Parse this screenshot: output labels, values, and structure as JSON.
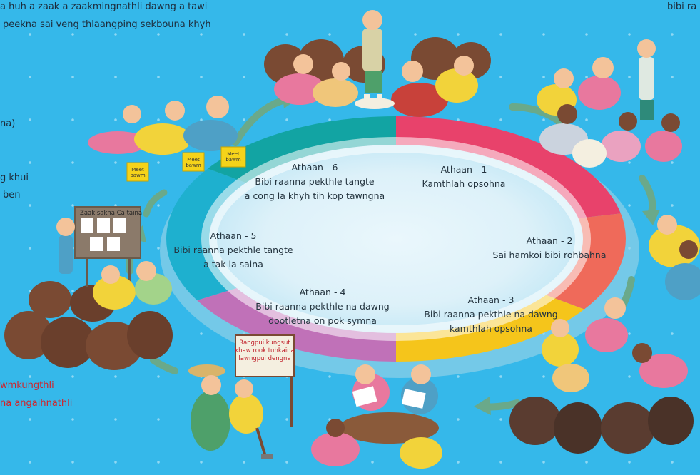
{
  "top_text": {
    "left_line1": "a huh a zaak a zaakmingnathli dawng a tawi",
    "left_line2": "peekna sai veng thlaangping sekbouna khyh",
    "right_line1": "bibi ra"
  },
  "left_fragments": [
    "na)",
    "g khui",
    "ben"
  ],
  "bottom_left": {
    "line1": "wmkungthli",
    "line2": "na angaihnathli",
    "color": "#d2232a"
  },
  "stages": [
    {
      "heading": "Athaan - 1",
      "lines": [
        "Kamthlah opsohna"
      ],
      "color": "#e8426b"
    },
    {
      "heading": "Athaan - 2",
      "lines": [
        "Sai hamkoi bibi rohbahna"
      ],
      "color": "#ef6a5a"
    },
    {
      "heading": "Athaan - 3",
      "lines": [
        "Bibi raanna pekthle na dawng",
        "kamthlah opsohna"
      ],
      "color": "#f5c51b"
    },
    {
      "heading": "Athaan - 4",
      "lines": [
        "Bibi raanna pekthle na dawng",
        "dootletna on pok symna"
      ],
      "color": "#c071b8"
    },
    {
      "heading": "Athaan - 5",
      "lines": [
        "Bibi raanna pekthle tangte",
        "a tak la saina"
      ],
      "color": "#1eb0cf"
    },
    {
      "heading": "Athaan - 6",
      "lines": [
        "Bibi raanna pekthle tangte",
        "a cong la khyh tih kop tawngna"
      ],
      "color": "#12a4a3"
    }
  ],
  "board": {
    "title": "Zaak sakna Ca taina"
  },
  "sign": {
    "lines": [
      "Rangpui kungsut",
      "khaw rook tuhkaina",
      "lawngpui dengna"
    ]
  },
  "ballot_box": {
    "lines": [
      "Meet",
      "bawm"
    ]
  },
  "colors": {
    "background": "#35b8ea",
    "figure_dark": "#7a4a33"
  }
}
